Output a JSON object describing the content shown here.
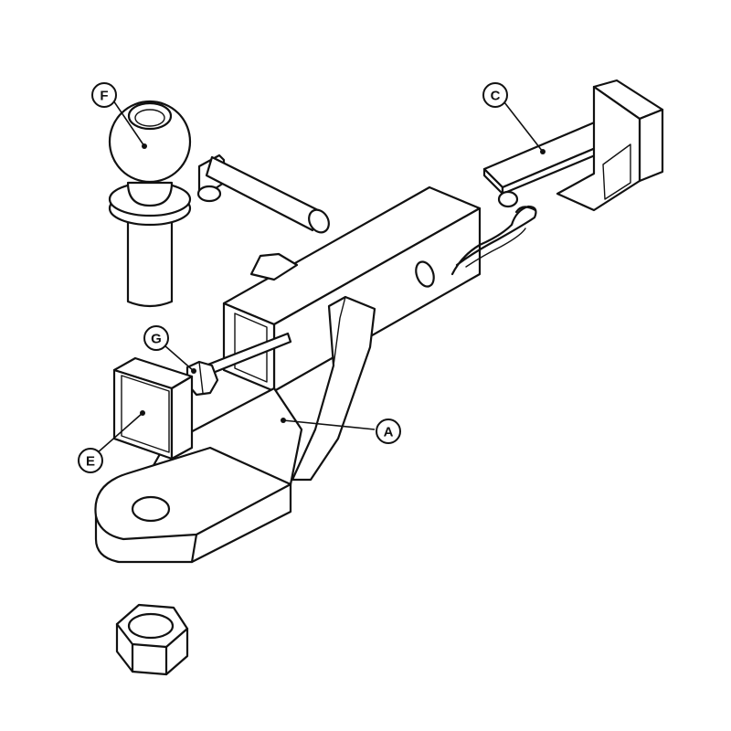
{
  "callouts": {
    "A": "A",
    "C": "C",
    "E": "E",
    "F": "F",
    "G": "G"
  },
  "colors": {
    "line": "#111111",
    "background": "#ffffff"
  }
}
